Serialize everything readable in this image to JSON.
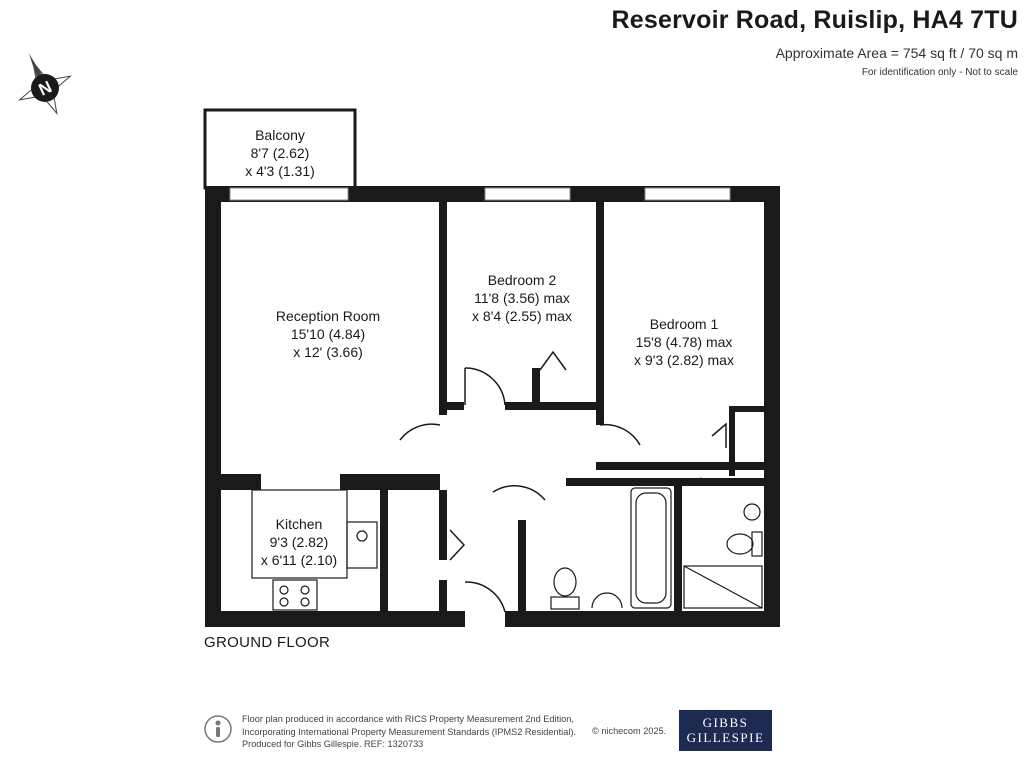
{
  "header": {
    "title": "Reservoir Road, Ruislip, HA4 7TU",
    "area": "Approximate Area = 754 sq ft / 70 sq m",
    "note": "For identification only - Not to scale"
  },
  "compass": {
    "letter": "N"
  },
  "rooms": {
    "balcony": {
      "name": "Balcony",
      "dim1": "8'7 (2.62)",
      "dim2": "x 4'3 (1.31)"
    },
    "reception": {
      "name": "Reception Room",
      "dim1": "15'10 (4.84)",
      "dim2": "x 12' (3.66)"
    },
    "bedroom2": {
      "name": "Bedroom 2",
      "dim1": "11'8 (3.56) max",
      "dim2": "x 8'4 (2.55) max"
    },
    "bedroom1": {
      "name": "Bedroom 1",
      "dim1": "15'8 (4.78) max",
      "dim2": "x 9'3 (2.82) max"
    },
    "kitchen": {
      "name": "Kitchen",
      "dim1": "9'3 (2.82)",
      "dim2": "x 6'11 (2.10)"
    }
  },
  "floor_label": "GROUND FLOOR",
  "footer": {
    "line1": "Floor plan produced in accordance with RICS Property Measurement 2nd Edition,",
    "line2": "Incorporating International Property Measurement Standards (IPMS2 Residential).",
    "line3": "Produced for Gibbs Gillespie.   REF:  1320733",
    "copyright": "© nichecom 2025."
  },
  "logo": {
    "line1": "GIBBS",
    "line2": "GILLESPIE"
  },
  "colors": {
    "wall": "#1a1a1a",
    "logo_bg": "#1d2a52",
    "text": "#1a1a1a"
  }
}
